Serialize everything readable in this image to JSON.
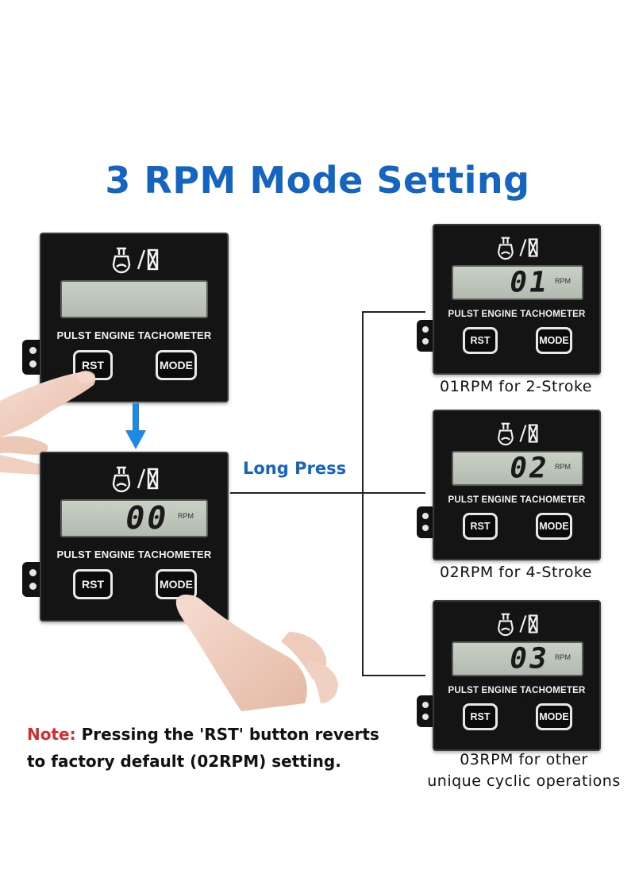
{
  "title": "3 RPM Mode Setting",
  "colors": {
    "accent": "#1565c0",
    "arrow": "#1e88e5",
    "note": "#d32f2f",
    "line": "#222222"
  },
  "icon": "engine-hourglass-icon",
  "device": {
    "brand": "PULST ENGINE TACHOMETER",
    "rst_label": "RST",
    "mode_label": "MODE",
    "rpm_unit": "RPM"
  },
  "screens": {
    "default": {
      "digits": ""
    },
    "initial": {
      "digits": "00"
    },
    "mode1": {
      "digits": "01"
    },
    "mode2": {
      "digits": "02"
    },
    "mode3": {
      "digits": "03"
    }
  },
  "long_press_label": "Long Press",
  "captions": {
    "mode1": "01RPM for 2-Stroke",
    "mode2": "02RPM for 4-Stroke",
    "mode3_line1": "03RPM for other",
    "mode3_line2": "unique cyclic operations"
  },
  "note": {
    "label": "Note:",
    "text": " Pressing the 'RST' button reverts to factory default (02RPM) setting."
  }
}
